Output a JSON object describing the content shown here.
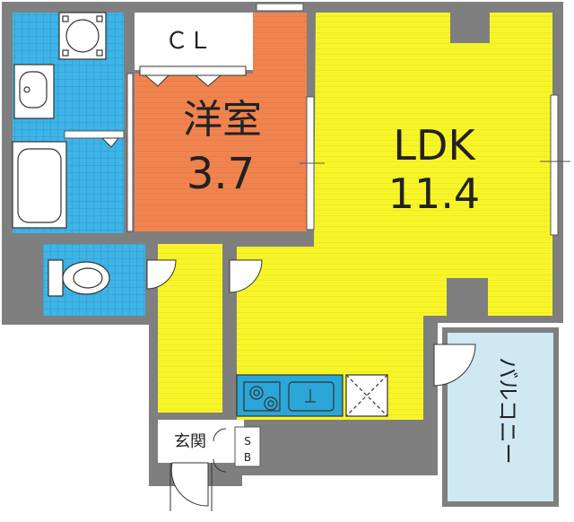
{
  "rooms": {
    "closet": {
      "label": "ＣＬ"
    },
    "western_room": {
      "name": "洋室",
      "size": "3.7"
    },
    "ldk": {
      "name": "LDK",
      "size": "11.4"
    },
    "entrance": {
      "label": "玄関"
    },
    "shoe_box": {
      "label": "S\nB"
    },
    "balcony": {
      "label": "バルコニー"
    }
  },
  "colors": {
    "wall": "#7f7f7f",
    "ldk_fill": "#f7f52a",
    "western_fill": "#f0844f",
    "bath_fill": "#3fb4e8",
    "balcony_fill": "#cfe8f2",
    "white": "#ffffff",
    "kitchen_blue": "#2aa6d8"
  },
  "icons": [
    "toilet-icon",
    "bathtub-icon",
    "washbasin-icon",
    "washing-machine-icon",
    "stove-icon",
    "sink-icon",
    "refrigerator-space-icon"
  ]
}
